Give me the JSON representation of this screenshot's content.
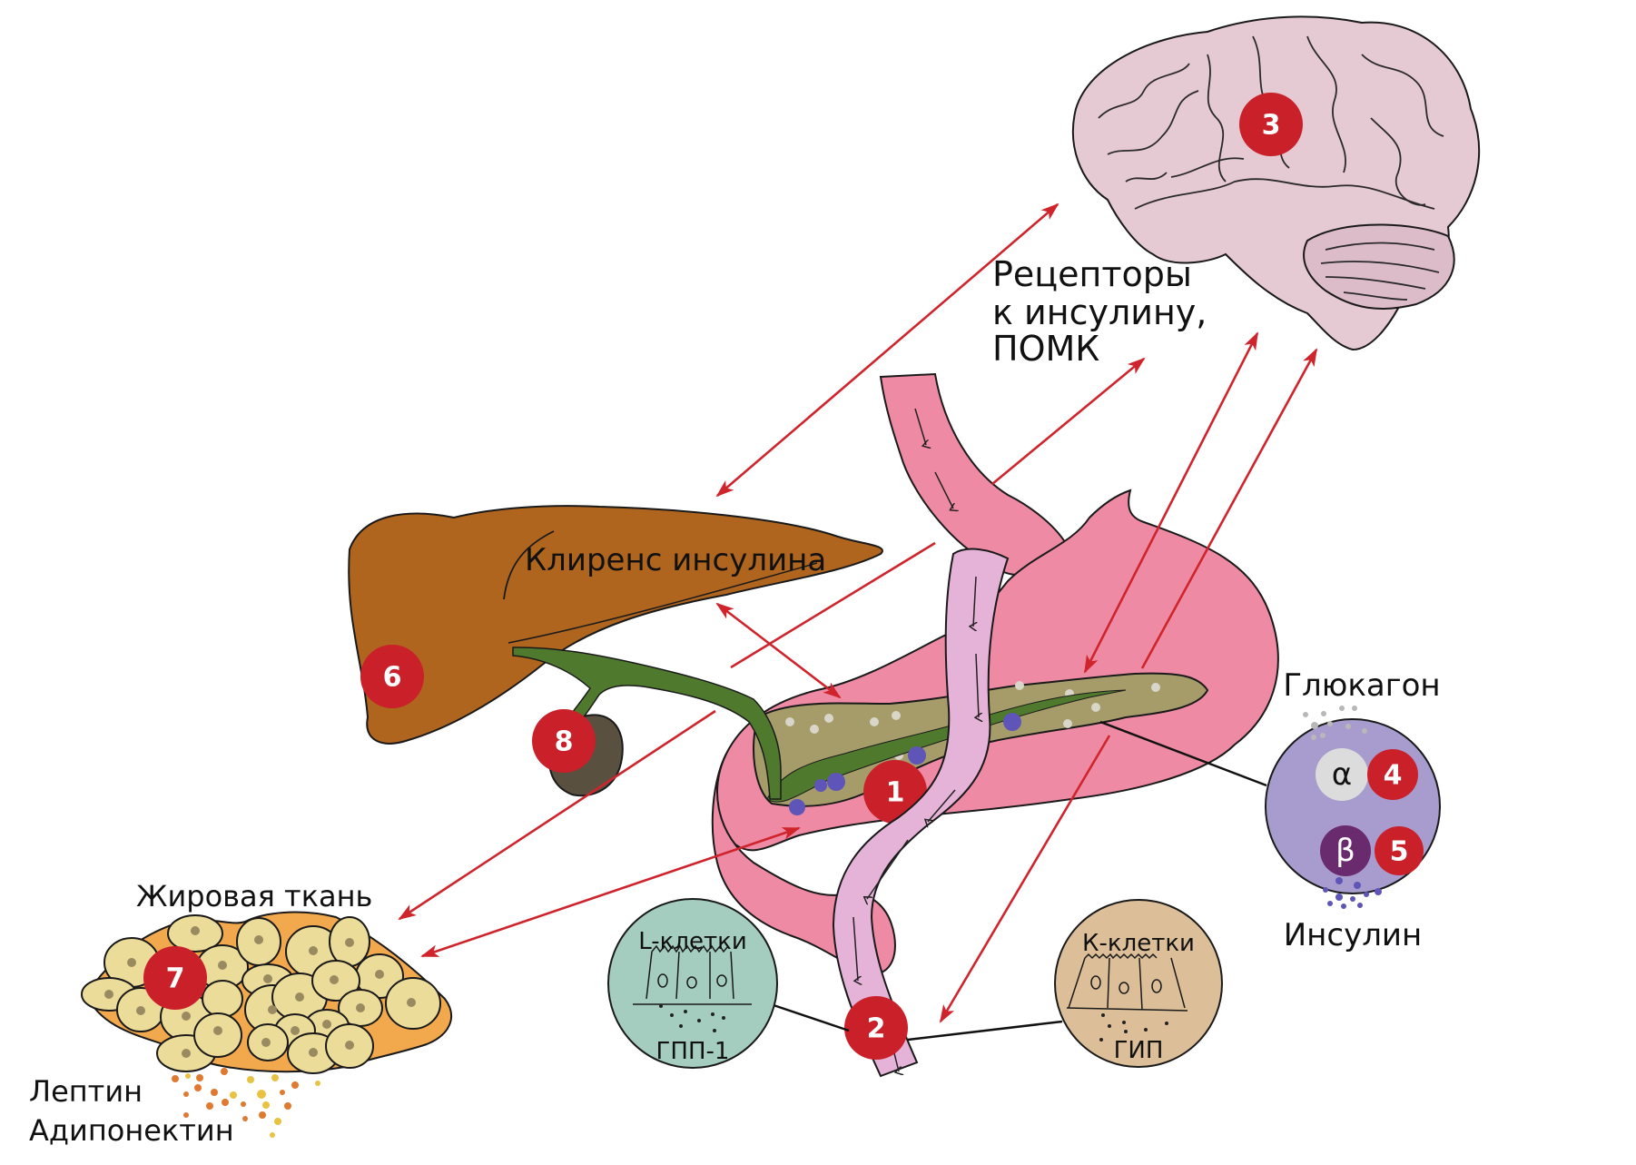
{
  "colors": {
    "badge": "#c9202a",
    "arrow": "#d0242c",
    "brain": "#e5c9d3",
    "liver": "#b0651f",
    "gallbladder": "#5a5040",
    "bile_duct": "#4f7a2e",
    "stomach": "#ee8aa4",
    "intestine": "#e6b3d8",
    "pancreas": "#a59c6a",
    "islet": "#a89ccf",
    "alpha_cell": "#dcdcdc",
    "beta_cell": "#6a2a6e",
    "l_cells": "#a4cdc0",
    "k_cells": "#dcbf98",
    "adipose_bg": "#f2a94e",
    "adipocyte": "#ecdc9a"
  },
  "labels": {
    "receptors": [
      "Рецепторы",
      "к инсулину,",
      "ПОМК"
    ],
    "clearance": "Клиренс инсулина",
    "adipose": "Жировая ткань",
    "leptin": "Лептин",
    "adiponectin": "Адипонектин",
    "glucagon": "Глюкагон",
    "insulin": "Инсулин",
    "alpha": "α",
    "beta": "β",
    "l_cells": "L-клетки",
    "glp1": "ГПП-1",
    "k_cells": "К-клетки",
    "gip": "ГИП"
  },
  "badges": {
    "pancreas": "1",
    "intestine": "2",
    "brain": "3",
    "alpha": "4",
    "beta": "5",
    "liver": "6",
    "adipose": "7",
    "gallbladder": "8"
  }
}
